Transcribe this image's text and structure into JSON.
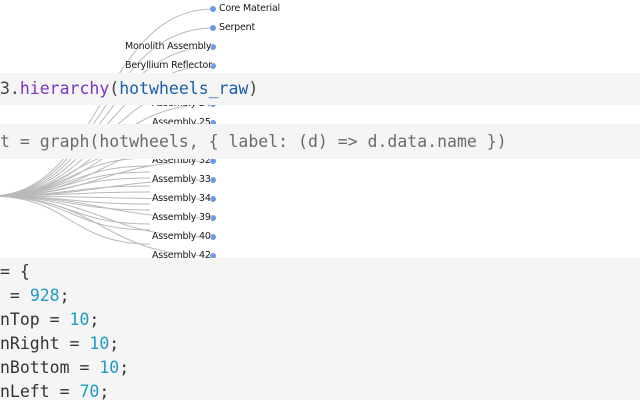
{
  "nodes_top": [
    {
      "label": "Core Material"
    },
    {
      "label": "Serpent"
    }
  ],
  "nodes_left": [
    {
      "label": "Monolith Assembly"
    },
    {
      "label": "Beryllium Reflector"
    }
  ],
  "nodes_partial": [
    {
      "label": "Assembly 24"
    },
    {
      "label": "Assembly 25"
    }
  ],
  "nodes_assembly": [
    {
      "label": "Assembly 32"
    },
    {
      "label": "Assembly 33"
    },
    {
      "label": "Assembly 34"
    },
    {
      "label": "Assembly 39"
    },
    {
      "label": "Assembly 40"
    },
    {
      "label": "Assembly 42"
    }
  ],
  "cells": {
    "hierarchy": {
      "prefix": "3.",
      "fn": "hierarchy",
      "open": "(",
      "arg": "hotwheels_raw",
      "close": ")"
    },
    "graph_line": "t = graph(hotwheels, { label: (d) => d.data.name })",
    "options": {
      "l0_a": "= {",
      "l1_a": " = ",
      "l1_n": "928",
      "l1_b": ";",
      "l2_a": "nTop = ",
      "l2_n": "10",
      "l2_b": ";",
      "l3_a": "nRight = ",
      "l3_n": "10",
      "l3_b": ";",
      "l4_a": "nBottom = ",
      "l4_n": "10",
      "l4_b": ";",
      "l5_a": "nLeft = ",
      "l5_n": "70",
      "l5_b": ";"
    }
  },
  "colors": {
    "node": "#6f98e0",
    "link": "#b9b9b9",
    "cell_bg": "#f5f5f5"
  }
}
